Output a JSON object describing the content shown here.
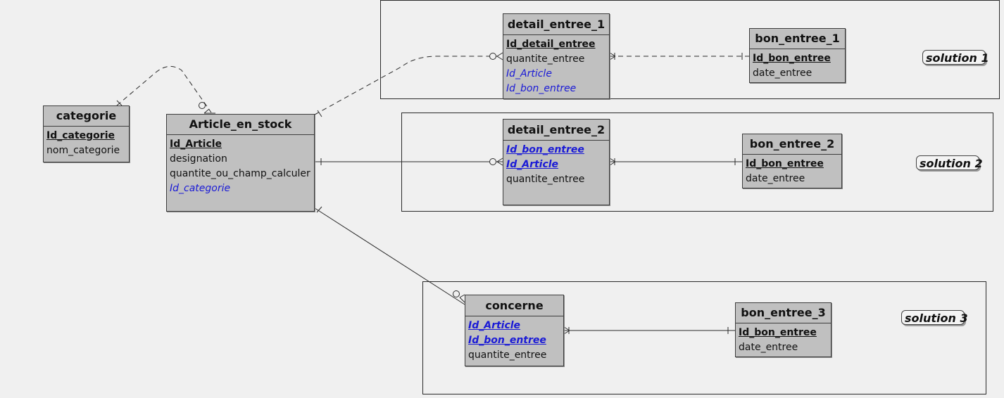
{
  "entities": {
    "categorie": {
      "title": "categorie",
      "attrs": [
        {
          "text": "Id_categorie",
          "kind": "pk"
        },
        {
          "text": "nom_categorie",
          "kind": "plain"
        }
      ]
    },
    "article": {
      "title": "Article_en_stock",
      "attrs": [
        {
          "text": "Id_Article",
          "kind": "pk"
        },
        {
          "text": "designation",
          "kind": "plain"
        },
        {
          "text": "quantite_ou_champ_calculer",
          "kind": "plain"
        },
        {
          "text": "Id_categorie",
          "kind": "fk"
        }
      ]
    },
    "detail1": {
      "title": "detail_entree_1",
      "attrs": [
        {
          "text": "Id_detail_entree",
          "kind": "pk"
        },
        {
          "text": "quantite_entree",
          "kind": "plain"
        },
        {
          "text": "Id_Article",
          "kind": "fk"
        },
        {
          "text": "Id_bon_entree",
          "kind": "fk"
        }
      ]
    },
    "bon1": {
      "title": "bon_entree_1",
      "attrs": [
        {
          "text": "Id_bon_entree",
          "kind": "pk"
        },
        {
          "text": "date_entree",
          "kind": "plain"
        }
      ]
    },
    "detail2": {
      "title": "detail_entree_2",
      "attrs": [
        {
          "text": "Id_bon_entree",
          "kind": "pkfk"
        },
        {
          "text": "Id_Article",
          "kind": "pkfk"
        },
        {
          "text": "quantite_entree",
          "kind": "plain"
        }
      ]
    },
    "bon2": {
      "title": "bon_entree_2",
      "attrs": [
        {
          "text": "Id_bon_entree",
          "kind": "pk"
        },
        {
          "text": "date_entree",
          "kind": "plain"
        }
      ]
    },
    "concerne": {
      "title": "concerne",
      "attrs": [
        {
          "text": "Id_Article",
          "kind": "pkfk"
        },
        {
          "text": "Id_bon_entree",
          "kind": "pkfk"
        },
        {
          "text": "quantite_entree",
          "kind": "plain"
        }
      ]
    },
    "bon3": {
      "title": "bon_entree_3",
      "attrs": [
        {
          "text": "Id_bon_entree",
          "kind": "pk"
        },
        {
          "text": "date_entree",
          "kind": "plain"
        }
      ]
    }
  },
  "labels": {
    "solution1": "solution 1",
    "solution2": "solution 2",
    "solution3": "solution 3"
  },
  "colors": {
    "entity_fill": "#c0c0c0",
    "foreign_key_text": "#1a1ad6",
    "line": "#2a2a2a"
  }
}
